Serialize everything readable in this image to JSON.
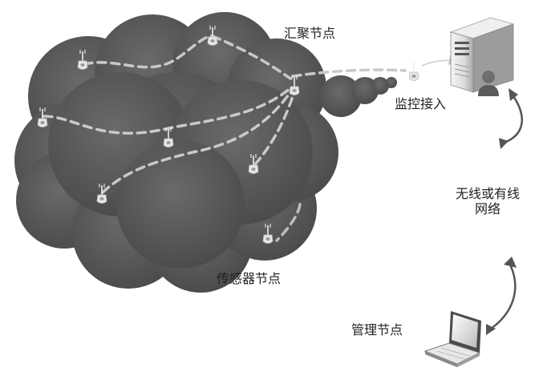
{
  "labels": {
    "sink_node": "汇聚节点",
    "monitor_access": "监控接入",
    "network_line1": "无线或有线",
    "network_line2": "网络",
    "sensor_node": "传感器节点",
    "management_node": "管理节点"
  },
  "colors": {
    "cloud": "#5a5a5a",
    "cloud_edge": "#3e3e3e",
    "route": "#c9c9c9",
    "arrow_dark": "#555555",
    "background": "#ffffff"
  },
  "icons": {
    "sensor": "sensor-node-icon",
    "gateway": "monitor-gateway-icon",
    "server": "server-icon",
    "user": "user-icon",
    "laptop": "laptop-icon"
  }
}
